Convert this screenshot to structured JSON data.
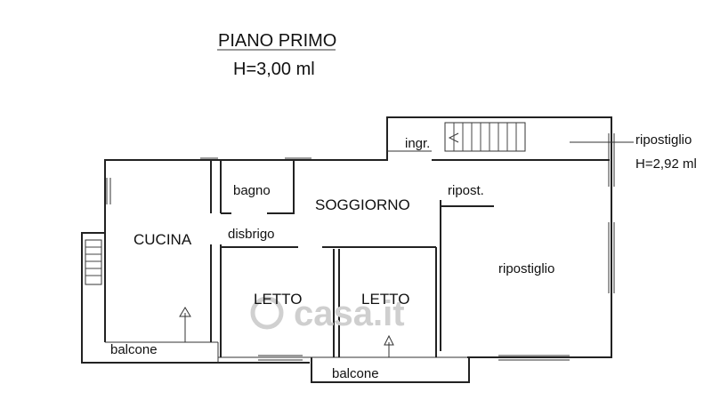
{
  "header": {
    "title": "PIANO PRIMO",
    "height_note": "H=3,00 ml"
  },
  "rooms": {
    "cucina": "CUCINA",
    "bagno": "bagno",
    "soggiorno": "SOGGIORNO",
    "disbrigo": "disbrigo",
    "letto_left": "LETTO",
    "letto_right": "LETTO",
    "ingresso": "ingr.",
    "ripostiglio_small": "ripost.",
    "ripostiglio_large": "ripostiglio",
    "balcone_left": "balcone",
    "balcone_bottom": "balcone"
  },
  "callout": {
    "label": "ripostiglio",
    "height_note": "H=2,92 ml"
  },
  "watermark": "casa.it"
}
